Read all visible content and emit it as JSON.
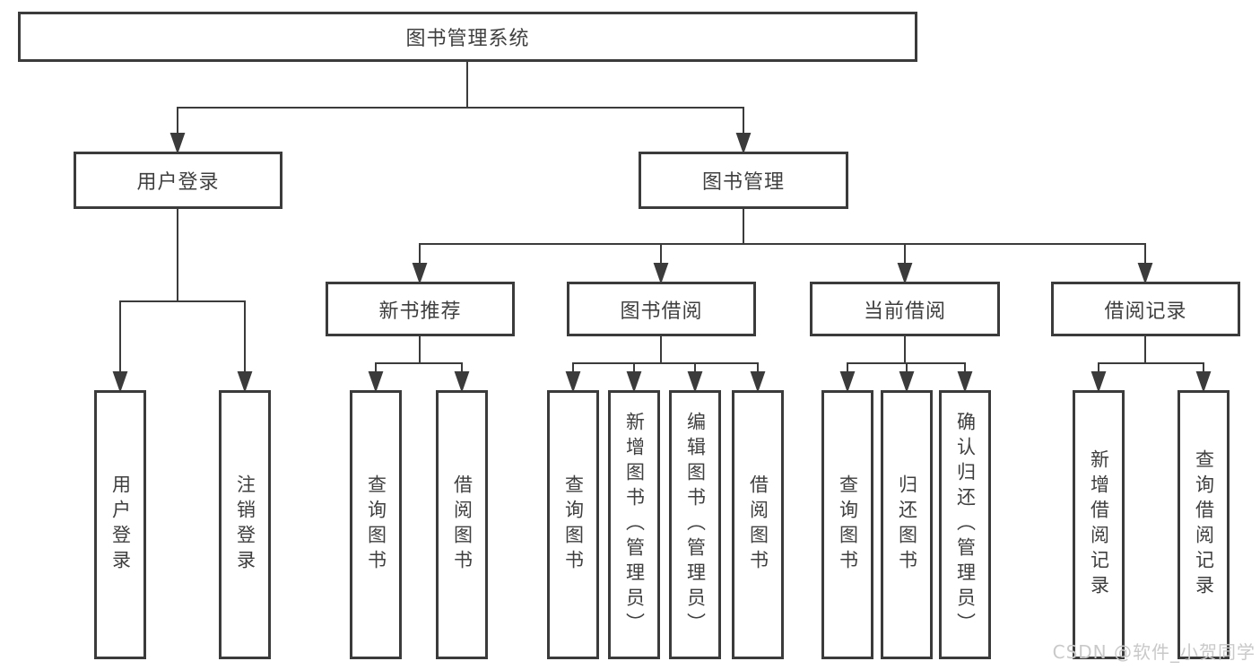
{
  "colors": {
    "line": "#3b3b3b",
    "box_border": "#3b3b3b",
    "box_fill": "#ffffff",
    "text": "#3f3f3f",
    "watermark": "#c9c9c9",
    "background": "#ffffff"
  },
  "tree": {
    "root": "图书管理系统",
    "branches": [
      {
        "label": "用户登录",
        "children": [
          "用户登录",
          "注销登录"
        ]
      },
      {
        "label": "图书管理",
        "groups": [
          {
            "label": "新书推荐",
            "children": [
              "查询图书",
              "借阅图书"
            ]
          },
          {
            "label": "图书借阅",
            "children": [
              "查询图书",
              "新增图书（管理员）",
              "编辑图书（管理员）",
              "借阅图书"
            ]
          },
          {
            "label": "当前借阅",
            "children": [
              "查询图书",
              "归还图书",
              "确认归还（管理员）"
            ]
          },
          {
            "label": "借阅记录",
            "children": [
              "新增借阅记录",
              "查询借阅记录"
            ]
          }
        ]
      }
    ]
  },
  "watermark": "CSDN @软件_小贺同学"
}
